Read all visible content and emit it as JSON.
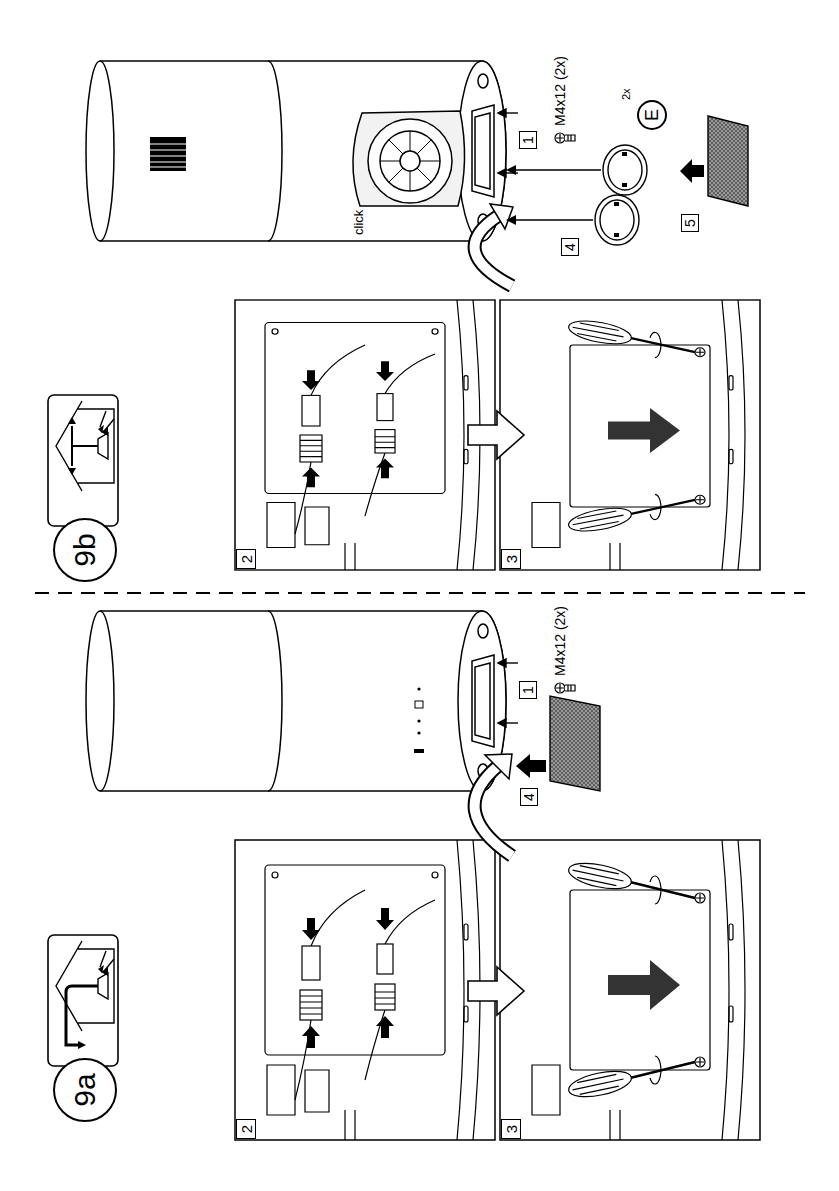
{
  "diagram": {
    "nodes": [
      {
        "text": [
          "9a"
        ]
      },
      {
        "text": [
          "2"
        ]
      },
      {
        "text": [
          "3"
        ]
      },
      {
        "text": [
          "1"
        ]
      },
      {
        "text": [
          "4"
        ]
      },
      {
        "text": [
          "9b"
        ]
      },
      {
        "text": [
          "2"
        ]
      },
      {
        "text": [
          "3"
        ]
      },
      {
        "text": [
          "1"
        ]
      },
      {
        "text": [
          "4"
        ]
      },
      {
        "text": [
          "5"
        ]
      },
      {
        "text": [
          "E"
        ]
      }
    ],
    "labels": [
      "M4x12 (2x)",
      "click",
      "M4x12 (2x)",
      "2x"
    ]
  }
}
